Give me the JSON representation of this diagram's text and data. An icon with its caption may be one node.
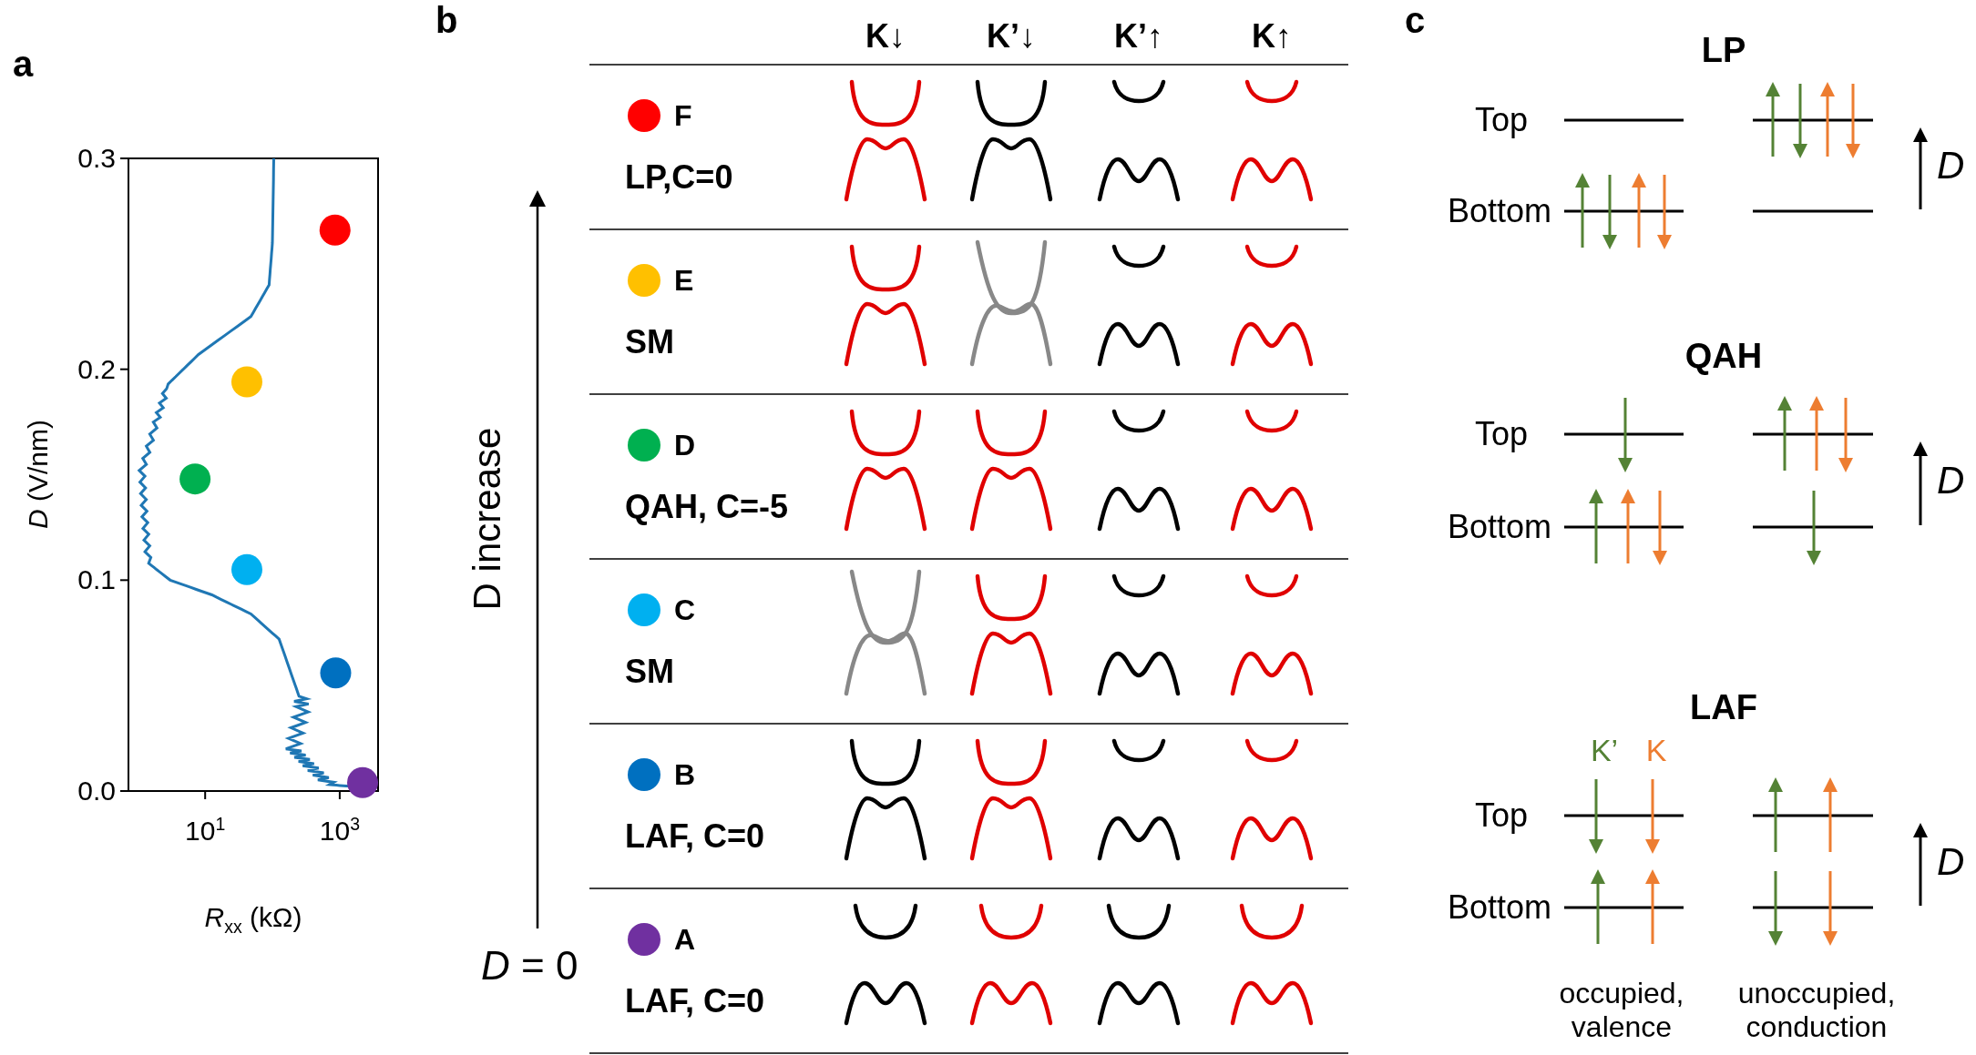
{
  "diagram": {
    "labels": [
      "a",
      "0.3",
      "0.2",
      "0.1",
      "0.0",
      "*D* (V/nm)",
      "10$^{1}$",
      "10$^{3}$",
      "*R*$_{xx}$ (kΩ)",
      "b",
      "c",
      "K↓",
      "K’↓",
      "K’↑",
      "K↑",
      "F",
      "LP,C=0",
      "E",
      "SM",
      "D",
      "QAH, C=-5",
      "C",
      "SM",
      "B",
      "LAF, C=0",
      "A",
      "LAF, C=0",
      "D increase",
      "*D* = 0",
      "LP",
      "Top",
      "Bottom",
      "D",
      "QAH",
      "Top",
      "Bottom",
      "D",
      "LAF",
      "K’",
      "K",
      "Top",
      "Bottom",
      "D",
      "occupied, valence",
      "unoccupied, conduction"
    ]
  }
}
